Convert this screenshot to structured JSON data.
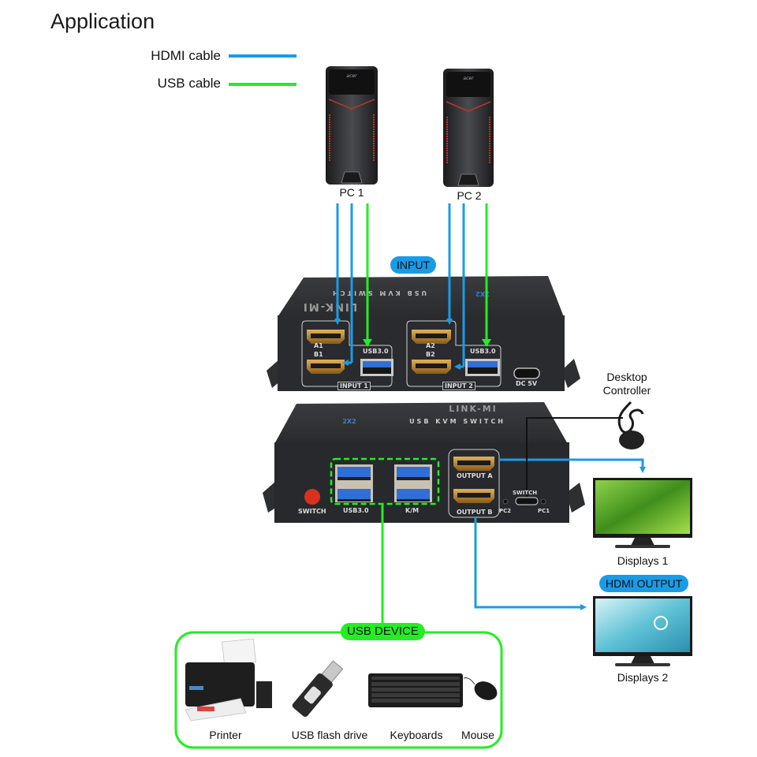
{
  "title": "Application",
  "legend": {
    "hdmi": {
      "label": "HDMI cable",
      "color": "#1a9be6"
    },
    "usb": {
      "label": "USB cable",
      "color": "#22ee22"
    }
  },
  "computers": [
    {
      "label": "PC 1",
      "brand": "acer"
    },
    {
      "label": "PC 2",
      "brand": "acer"
    }
  ],
  "badges": {
    "input": "INPUT",
    "hdmi_output": "HDMI OUTPUT",
    "usb_device": "USB DEVICE"
  },
  "kvm_back": {
    "brand": "LINK-MI",
    "model_text": "USB KVM SWITCH",
    "model_badge": "2X2",
    "ports": {
      "a1": "A1",
      "b1": "B1",
      "a2": "A2",
      "b2": "B2",
      "usb1": "USB3.0",
      "usb2": "USB3.0",
      "input1": "INPUT 1",
      "input2": "INPUT 2",
      "dc": "DC 5V"
    }
  },
  "kvm_front": {
    "brand": "LINK-MI",
    "model_text": "USB KVM SWITCH",
    "model_badge": "2X2",
    "ports": {
      "switch_button": "SWITCH",
      "usb": "USB3.0",
      "km": "K/M",
      "output_a": "OUTPUT A",
      "output_b": "OUTPUT B",
      "pc2": "PC2",
      "pc1": "PC1",
      "switch_port": "SWITCH"
    }
  },
  "desktop_controller": {
    "label_line1": "Desktop",
    "label_line2": "Controller"
  },
  "displays": [
    {
      "label": "Displays 1"
    },
    {
      "label": "Displays 2"
    }
  ],
  "usb_devices": [
    {
      "label": "Printer"
    },
    {
      "label": "USB flash drive"
    },
    {
      "label": "Keyboards"
    },
    {
      "label": "Mouse"
    }
  ]
}
